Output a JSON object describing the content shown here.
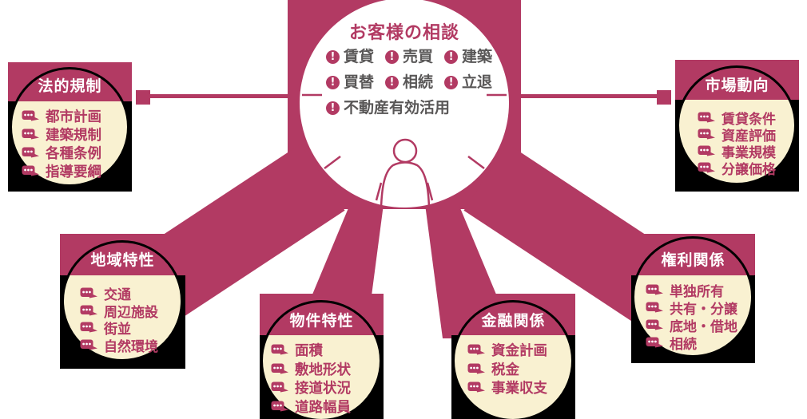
{
  "colors": {
    "accent": "#b23a63",
    "cream": "#f9f1d1",
    "panel_black": "#000000",
    "gray_text": "#595757",
    "white": "#ffffff"
  },
  "icons": {
    "list_bullet": "speech-bubble-icon",
    "alert": "exclamation-icon",
    "alert_glyph": "!",
    "figure": "person-icon"
  },
  "center": {
    "title": "お客様の相談",
    "items": [
      "賃貸",
      "売買",
      "建築",
      "買替",
      "相続",
      "立退",
      "不動産有効活用"
    ]
  },
  "satellites": [
    {
      "title": "法的規制",
      "items": [
        "都市計画",
        "建築規制",
        "各種条例",
        "指導要綱"
      ]
    },
    {
      "title": "地域特性",
      "items": [
        "交通",
        "周辺施設",
        "街並",
        "自然環境"
      ]
    },
    {
      "title": "物件特性",
      "items": [
        "面積",
        "敷地形状",
        "接道状況",
        "道路幅員"
      ]
    },
    {
      "title": "金融関係",
      "items": [
        "資金計画",
        "税金",
        "事業収支"
      ]
    },
    {
      "title": "市場動向",
      "items": [
        "賃貸条件",
        "資産評価",
        "事業規模",
        "分譲価格"
      ]
    },
    {
      "title": "権利関係",
      "items": [
        "単独所有",
        "共有・分譲",
        "底地・借地",
        "相続"
      ]
    }
  ]
}
